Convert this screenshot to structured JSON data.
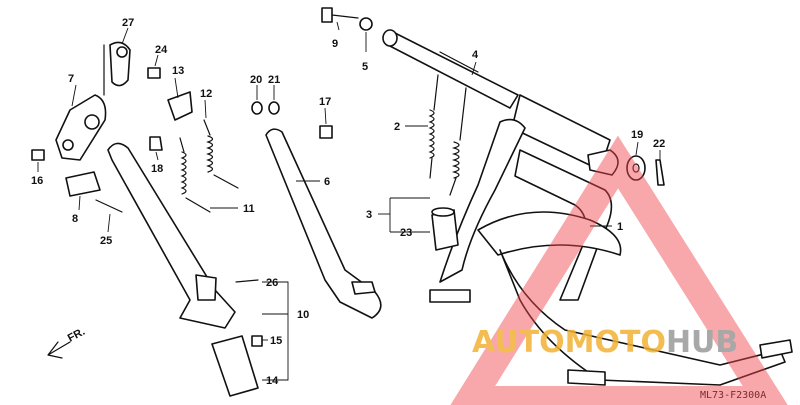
{
  "diagram": {
    "callouts": {
      "p1": "1",
      "p2": "2",
      "p3": "3",
      "p4": "4",
      "p5": "5",
      "p6": "6",
      "p7": "7",
      "p8": "8",
      "p9": "9",
      "p10": "10",
      "p11": "11",
      "p12": "12",
      "p13": "13",
      "p14": "14",
      "p15": "15",
      "p16": "16",
      "p17": "17",
      "p18": "18",
      "p19": "19",
      "p20": "20",
      "p21": "21",
      "p22": "22",
      "p23": "23",
      "p24": "24",
      "p25": "25",
      "p26": "26",
      "p27": "27"
    },
    "direction_label": "FR.",
    "diagram_code": "ML73-F2300A"
  },
  "watermark": {
    "text_auto": "AUTOMOTO",
    "text_hub": "HUB",
    "colors": {
      "auto": "#f2b233",
      "hub": "#9a9a9a",
      "triangle": "#f0454a"
    }
  }
}
